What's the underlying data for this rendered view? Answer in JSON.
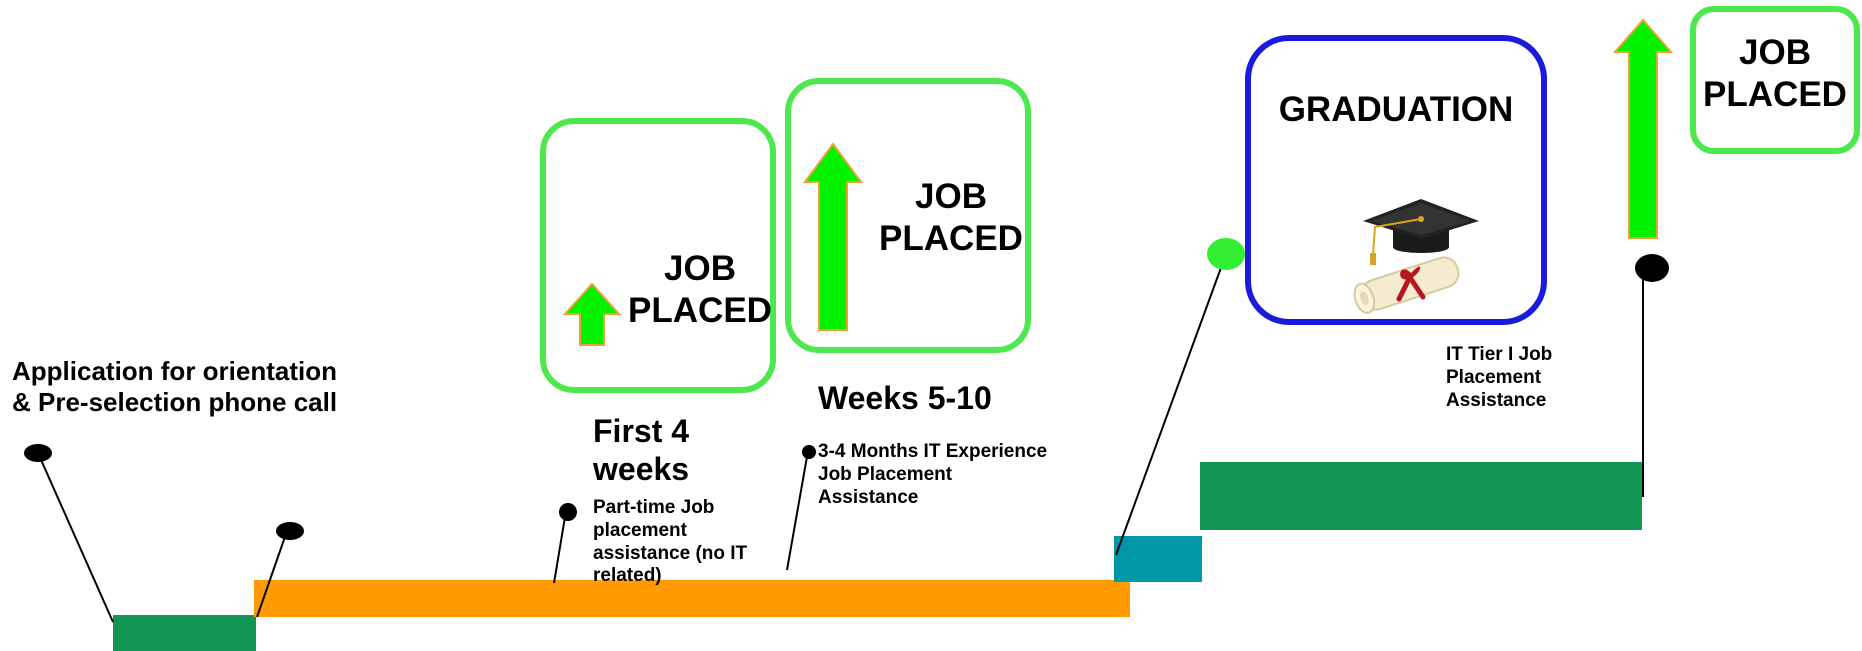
{
  "colors": {
    "bar_dark_green": "#129653",
    "bar_orange": "#ff9b00",
    "bar_teal": "#0097a7",
    "box_border_green": "#4de84d",
    "box_border_blue": "#1a1adf",
    "arrow_green": "#00f200",
    "arrow_outline": "#f0a030",
    "marker_black": "#000000",
    "marker_green": "#33ee33"
  },
  "stages": {
    "application": {
      "text": "Application for orientation\n& Pre-selection phone call"
    },
    "first_weeks": {
      "title": "First 4\nweeks",
      "detail": "Part-time Job\nplacement\nassistance (no IT\nrelated)"
    },
    "weeks_5_10": {
      "title": "Weeks 5-10",
      "detail": "3-4 Months IT Experience\nJob Placement\nAssistance"
    },
    "tier1": {
      "detail": "IT Tier I  Job\nPlacement\nAssistance"
    }
  },
  "boxes": {
    "job_placed_1": {
      "label": "JOB\nPLACED",
      "icon": "up-arrow-icon"
    },
    "job_placed_2": {
      "label": "JOB\nPLACED",
      "icon": "up-arrow-icon"
    },
    "graduation": {
      "label": "GRADUATION",
      "icon": "graduation-cap-diploma-icon"
    },
    "job_placed_3": {
      "label": "JOB\nPLACED"
    }
  }
}
